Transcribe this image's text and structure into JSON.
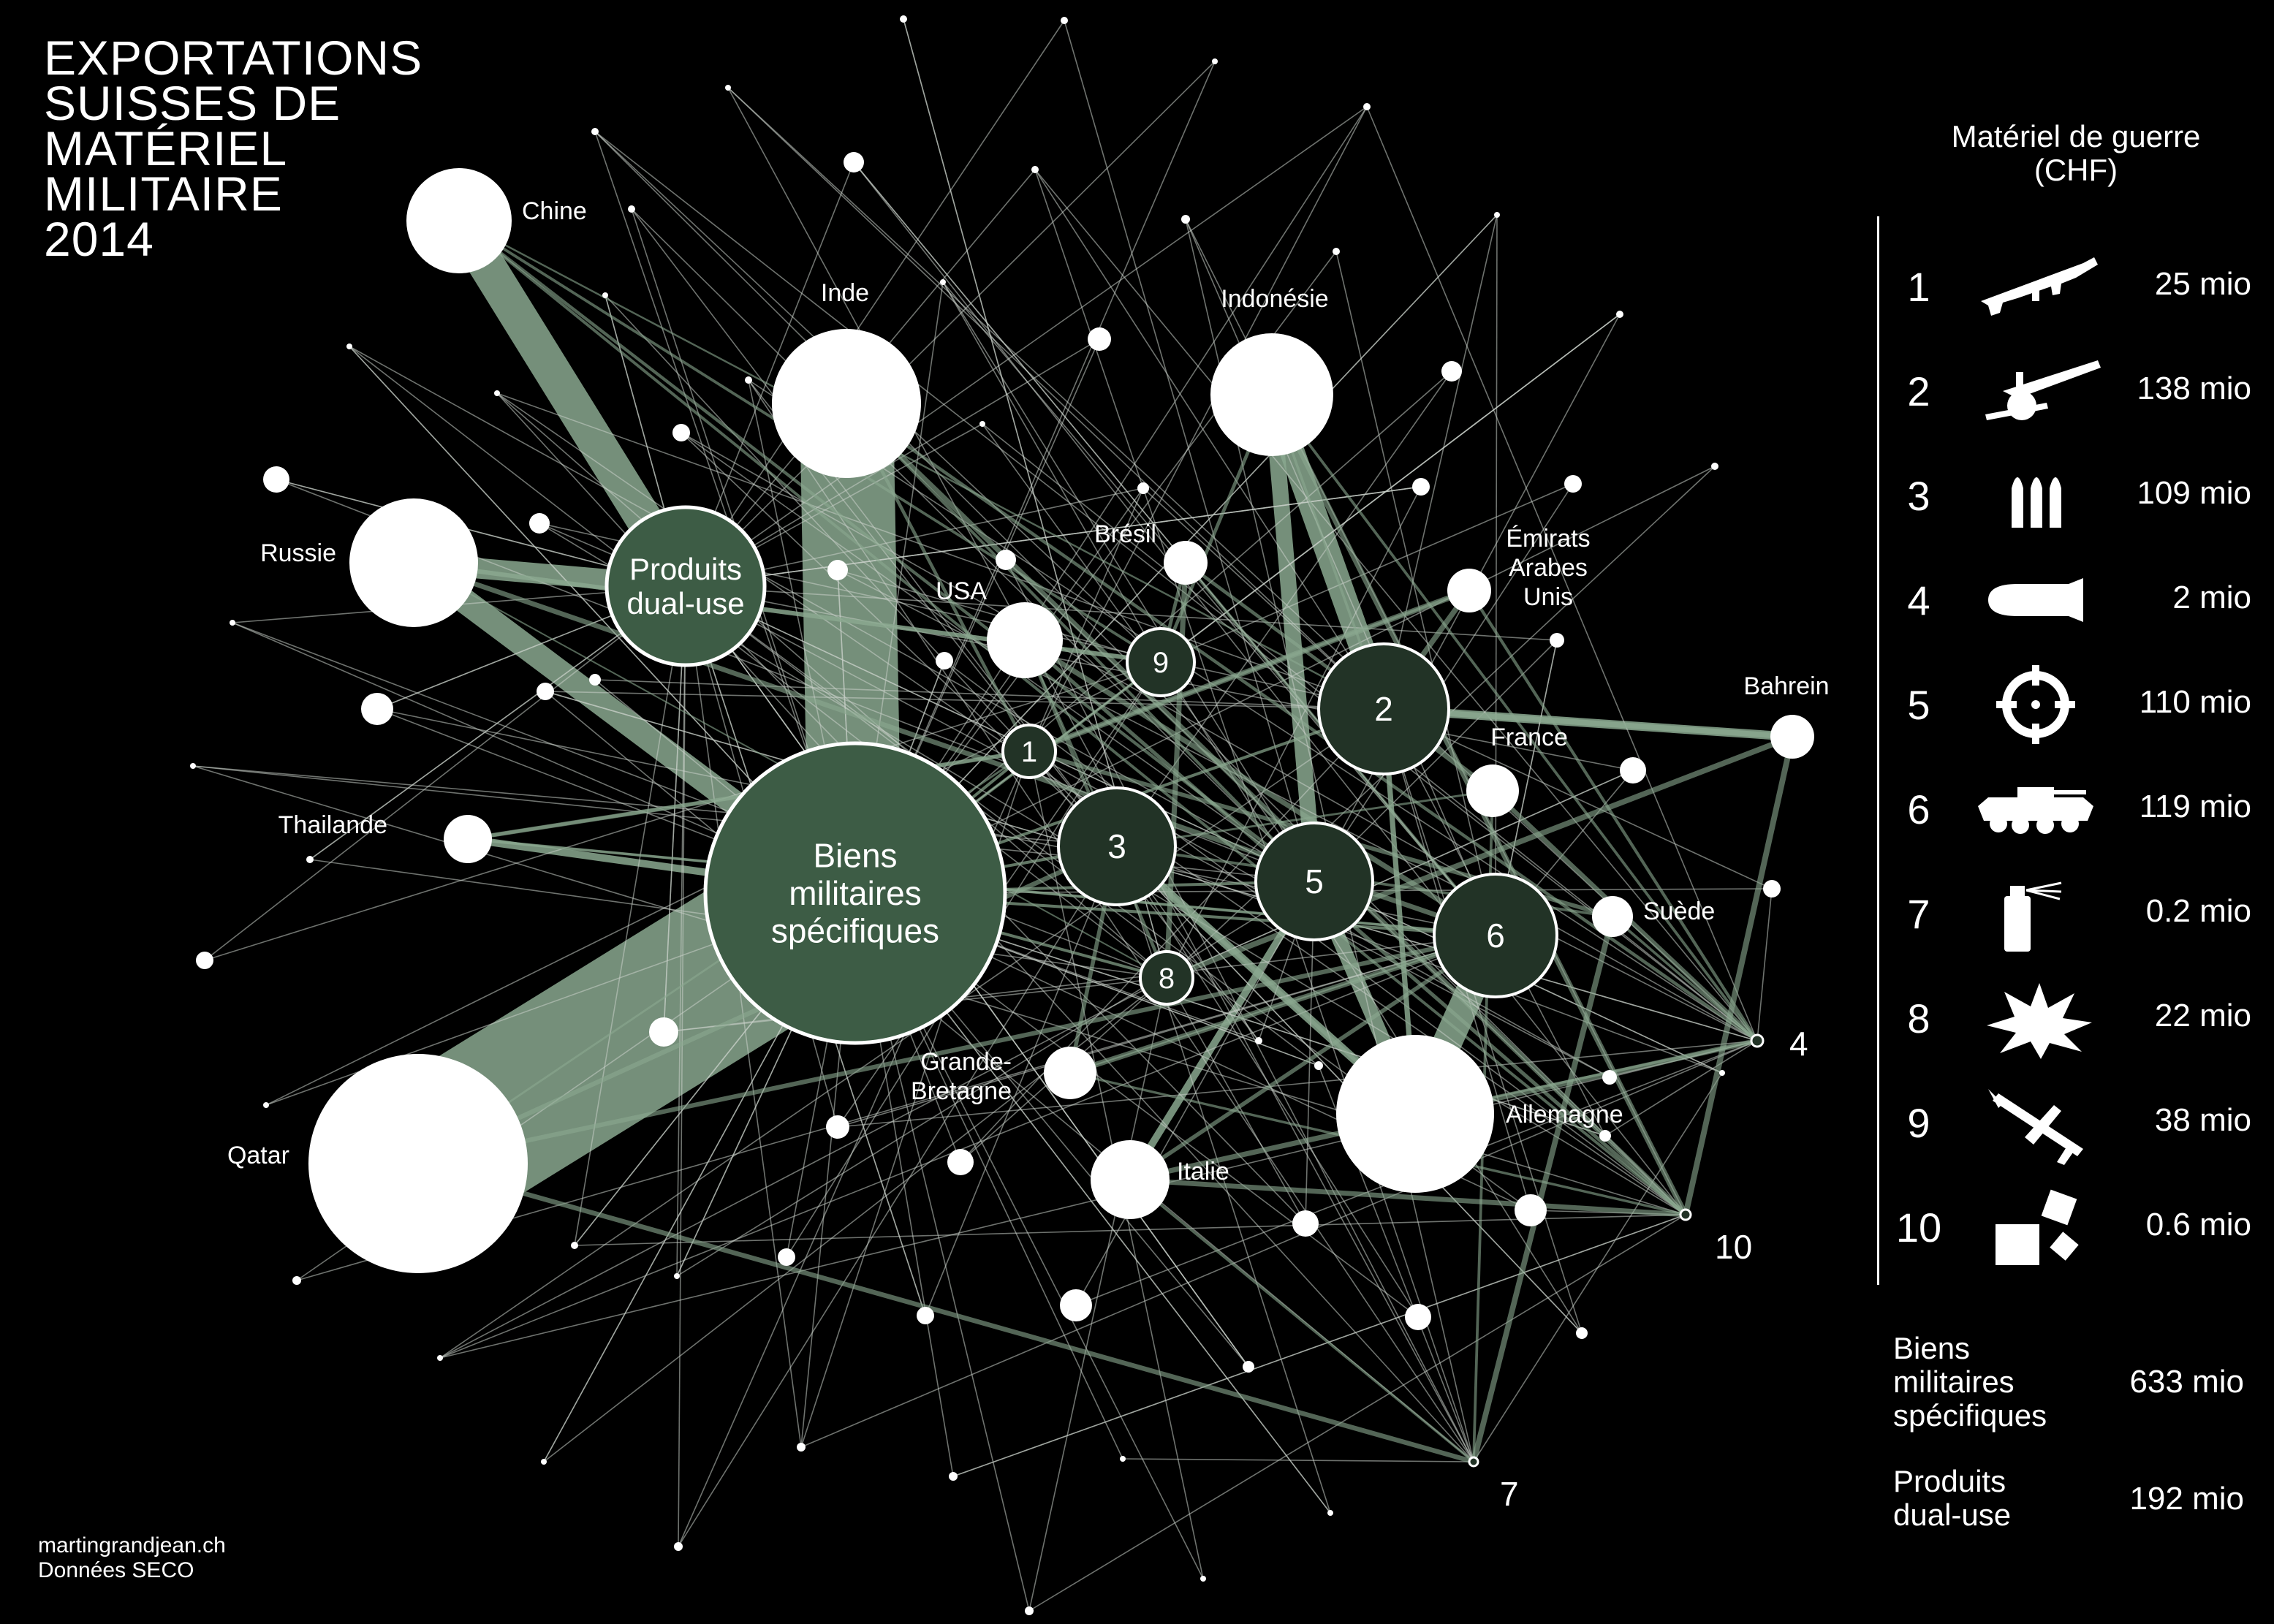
{
  "title": "EXPORTATIONS\nSUISSES DE\nMATÉRIEL\nMILITAIRE\n2014",
  "credit": {
    "site": "martingrandjean.ch",
    "source": "Données SECO"
  },
  "colors": {
    "background": "#000000",
    "hub": "#3d5c45",
    "category": "#223326",
    "country": "#ffffff",
    "flow": "#8aa88f",
    "edge": "#c8d0c8"
  },
  "legend": {
    "title": "Matériel de guerre\n(CHF)",
    "items": [
      {
        "num": "1",
        "icon": "rifle-icon",
        "value": "25 mio"
      },
      {
        "num": "2",
        "icon": "artillery-icon",
        "value": "138 mio"
      },
      {
        "num": "3",
        "icon": "ammunition-icon",
        "value": "109 mio"
      },
      {
        "num": "4",
        "icon": "bomb-icon",
        "value": "2 mio"
      },
      {
        "num": "5",
        "icon": "crosshair-icon",
        "value": "110 mio"
      },
      {
        "num": "6",
        "icon": "armored-vehicle-icon",
        "value": "119 mio"
      },
      {
        "num": "7",
        "icon": "spray-can-icon",
        "value": "0.2 mio"
      },
      {
        "num": "8",
        "icon": "explosion-icon",
        "value": "22 mio"
      },
      {
        "num": "9",
        "icon": "aircraft-icon",
        "value": "38 mio"
      },
      {
        "num": "10",
        "icon": "boxes-icon",
        "value": "0.6 mio"
      }
    ],
    "totals": [
      {
        "label": "Biens\nmilitaires\nspécifiques",
        "value": "633 mio"
      },
      {
        "label": "Produits\ndual-use",
        "value": "192 mio"
      }
    ]
  },
  "network": {
    "hubs": [
      {
        "id": "biens",
        "label": "Biens\nmilitaires\nspécifiques"
      },
      {
        "id": "dual",
        "label": "Produits\ndual-use"
      }
    ],
    "categories": [
      "1",
      "2",
      "3",
      "4",
      "5",
      "6",
      "7",
      "8",
      "9",
      "10"
    ],
    "countries": [
      "Chine",
      "Inde",
      "Indonésie",
      "Russie",
      "Brésil",
      "USA",
      "Émirats\nArabes\nUnis",
      "Bahrein",
      "France",
      "Thailande",
      "Suède",
      "Grande-\nBretagne",
      "Allemagne",
      "Italie",
      "Qatar"
    ]
  }
}
